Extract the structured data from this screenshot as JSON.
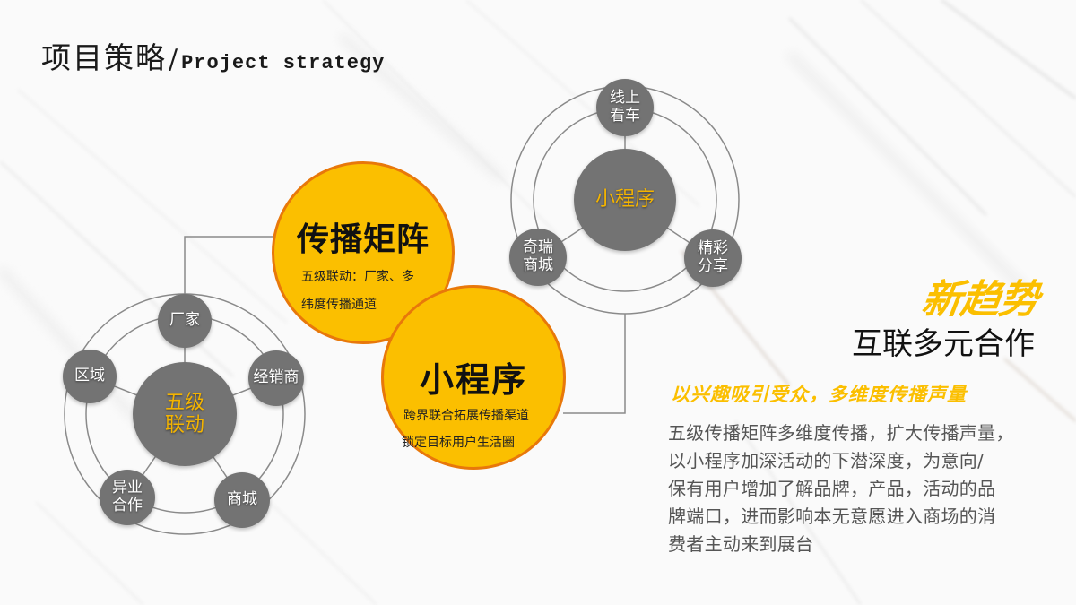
{
  "header": {
    "title_cn": "项目策略",
    "separator": "/",
    "title_en": "Project strategy"
  },
  "left_diagram": {
    "center": {
      "line1": "五级",
      "line2": "联动"
    },
    "satellites": [
      {
        "label": "厂家"
      },
      {
        "label": "区域"
      },
      {
        "label": "经销商"
      },
      {
        "line1": "异业",
        "line2": "合作"
      },
      {
        "label": "商城"
      }
    ]
  },
  "callouts": [
    {
      "heading": "传播矩阵",
      "line1": "五级联动：厂家、多",
      "line2": "纬度传播通道"
    },
    {
      "heading": "小程序",
      "line1": "跨界联合拓展传播渠道",
      "line2": "锁定目标用户生活圈"
    }
  ],
  "right_diagram": {
    "center": {
      "label": "小程序"
    },
    "satellites": [
      {
        "line1": "线上",
        "line2": "看车"
      },
      {
        "line1": "奇瑞",
        "line2": "商城"
      },
      {
        "line1": "精彩",
        "line2": "分享"
      }
    ]
  },
  "summary": {
    "trend": "新趋势",
    "subtitle": "互联多元合作",
    "slogan": "以兴趣吸引受众，多维度传播声量",
    "body_lines": [
      "五级传播矩阵多维度传播，扩大传播声量，",
      "以小程序加深活动的下潜深度，为意向/",
      "保有用户增加了解品牌，产品，活动的品",
      "牌端口，进而影响本无意愿进入商场的消",
      "费者主动来到展台"
    ]
  },
  "colors": {
    "accent_yellow": "#fbbf00",
    "accent_orange_border": "#e8780a",
    "node_gray": "#737373",
    "ring_gray": "#8a8a8a",
    "text_dark": "#111111",
    "text_body": "#555555"
  }
}
